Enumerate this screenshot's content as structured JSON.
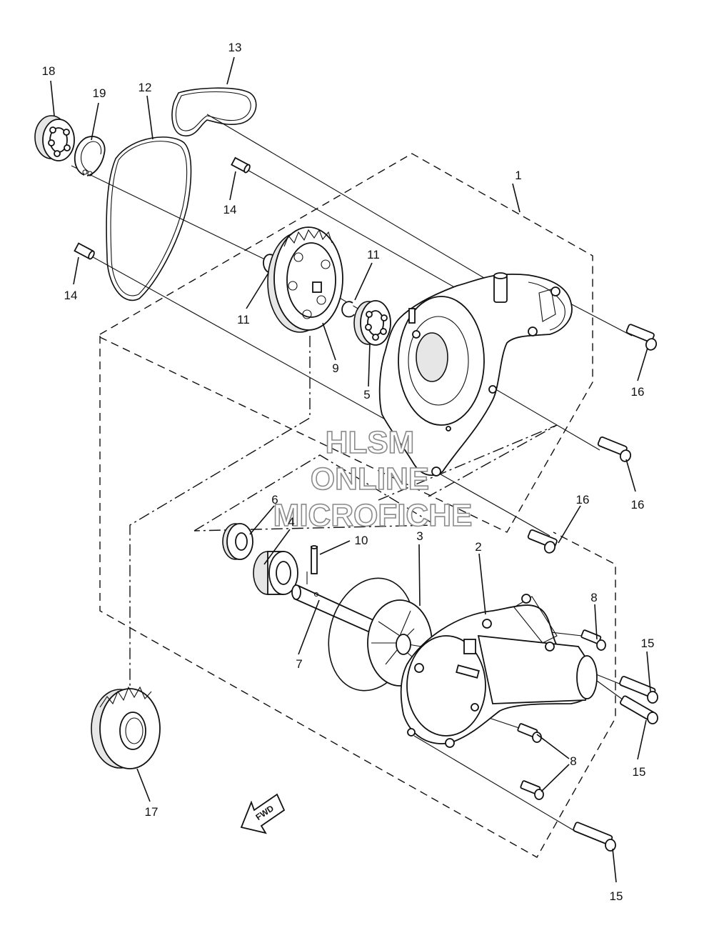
{
  "watermark": {
    "line1": "HLSM",
    "line2": "ONLINE",
    "line3": "MICROFICHE"
  },
  "fwd_label": "FWD",
  "callouts": [
    {
      "id": "c1",
      "text": "1"
    },
    {
      "id": "c2",
      "text": "2"
    },
    {
      "id": "c3",
      "text": "3"
    },
    {
      "id": "c4",
      "text": "4"
    },
    {
      "id": "c5",
      "text": "5"
    },
    {
      "id": "c6",
      "text": "6"
    },
    {
      "id": "c7",
      "text": "7"
    },
    {
      "id": "c8a",
      "text": "8"
    },
    {
      "id": "c8b",
      "text": "8"
    },
    {
      "id": "c9",
      "text": "9"
    },
    {
      "id": "c10",
      "text": "10"
    },
    {
      "id": "c11a",
      "text": "11"
    },
    {
      "id": "c11b",
      "text": "11"
    },
    {
      "id": "c12",
      "text": "12"
    },
    {
      "id": "c13",
      "text": "13"
    },
    {
      "id": "c14a",
      "text": "14"
    },
    {
      "id": "c14b",
      "text": "14"
    },
    {
      "id": "c15a",
      "text": "15"
    },
    {
      "id": "c15b",
      "text": "15"
    },
    {
      "id": "c15c",
      "text": "15"
    },
    {
      "id": "c16a",
      "text": "16"
    },
    {
      "id": "c16b",
      "text": "16"
    },
    {
      "id": "c16c",
      "text": "16"
    },
    {
      "id": "c17",
      "text": "17"
    },
    {
      "id": "c18",
      "text": "18"
    },
    {
      "id": "c19",
      "text": "19"
    }
  ],
  "icons": {
    "fwd_arrow": "fwd-arrow-icon"
  }
}
